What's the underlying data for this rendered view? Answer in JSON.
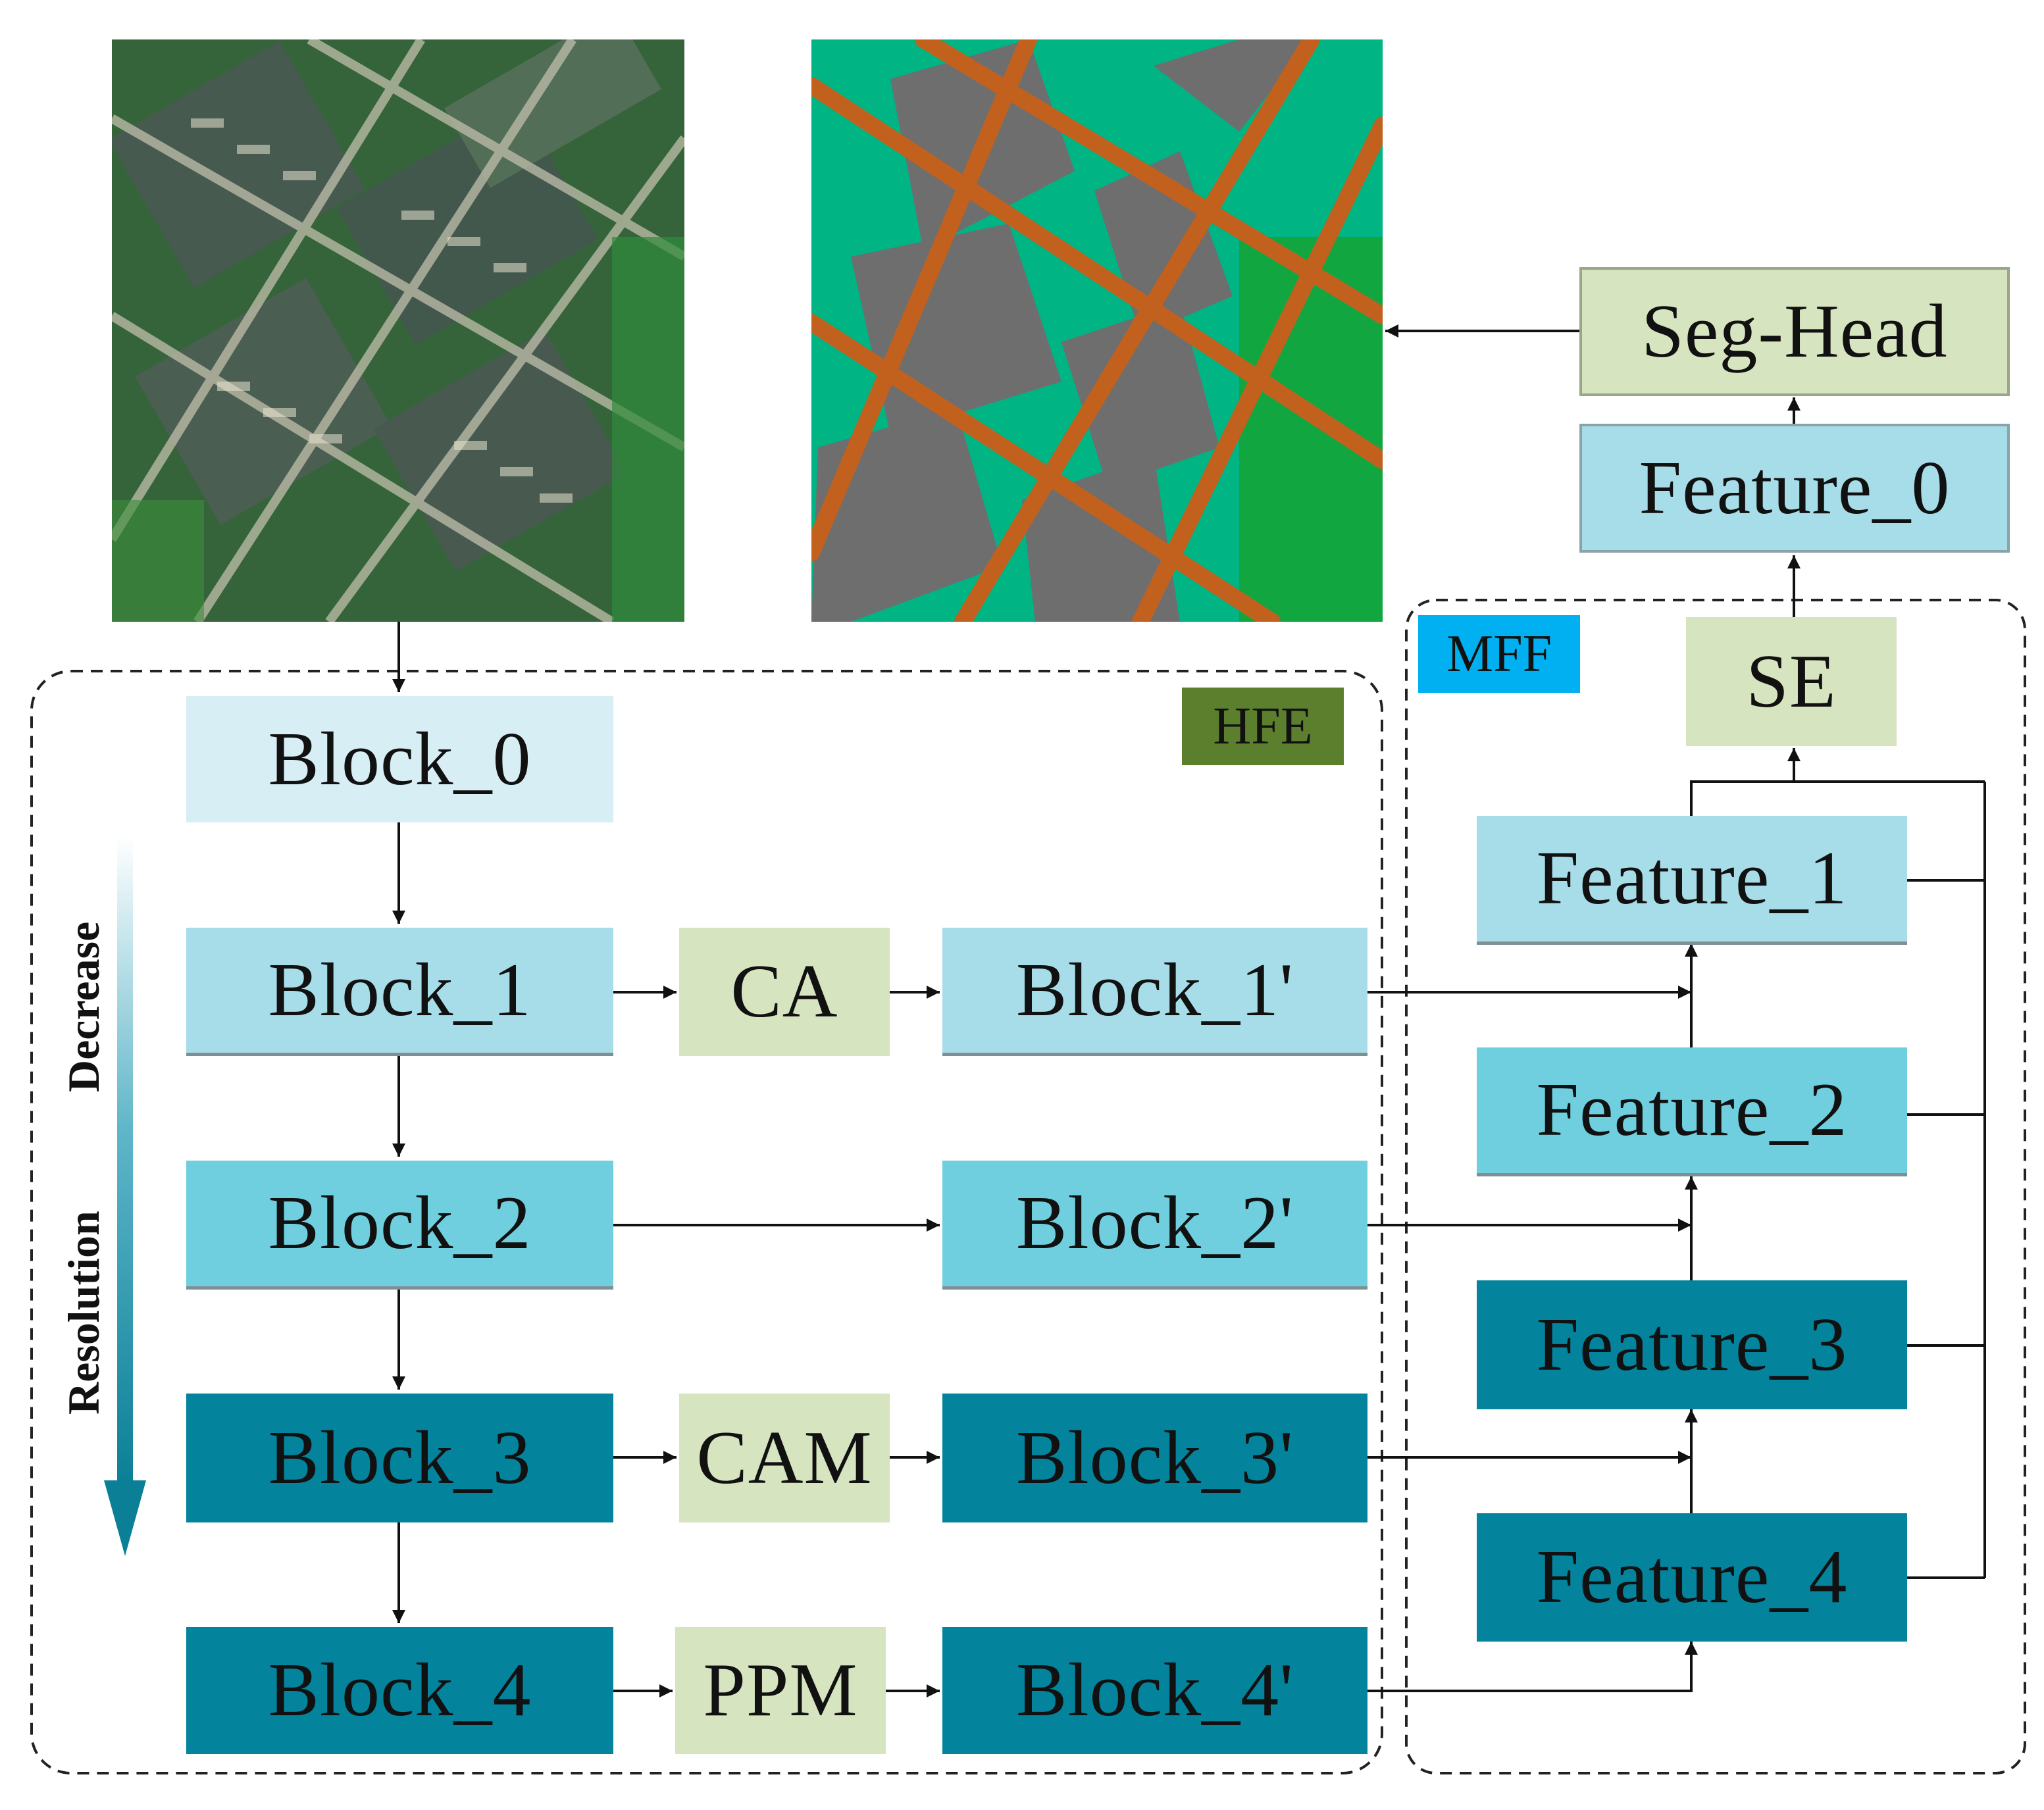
{
  "colors": {
    "block0": "#d7eef5",
    "light_blue": "#a7dde9",
    "mid_blue": "#6fcfdf",
    "dark_teal": "#04839c",
    "module_green": "#d7e4c0",
    "hfe_tag": "#5b7f2c",
    "mff_tag": "#00b0f0",
    "seg_road": "#c2611d",
    "seg_building": "#6e6e6e",
    "seg_vegetation": "#2cbf8f",
    "seg_background": "#00b483",
    "seg_forest": "#12a640"
  },
  "images": {
    "satellite": "satellite-image",
    "segmentation": "segmentation-map"
  },
  "groups": {
    "hfe": "HFE",
    "mff": "MFF"
  },
  "side_labels": {
    "decrease": "Decrease",
    "resolution": "Resolution"
  },
  "blocks": {
    "block_0": "Block_0",
    "block_1": "Block_1",
    "block_2": "Block_2",
    "block_3": "Block_3",
    "block_4": "Block_4",
    "block_1p": "Block_1'",
    "block_2p": "Block_2'",
    "block_3p": "Block_3'",
    "block_4p": "Block_4'"
  },
  "modules": {
    "ca": "CA",
    "cam": "CAM",
    "ppm": "PPM",
    "se": "SE"
  },
  "features": {
    "feature_0": "Feature_0",
    "feature_1": "Feature_1",
    "feature_2": "Feature_2",
    "feature_3": "Feature_3",
    "feature_4": "Feature_4"
  },
  "head": {
    "seg_head": "Seg-Head"
  }
}
